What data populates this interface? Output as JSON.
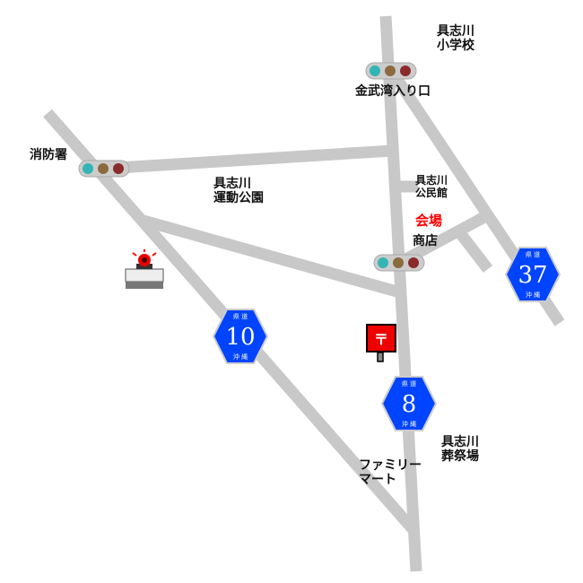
{
  "labels": {
    "school": [
      "具志川",
      "小学校"
    ],
    "intersection_kinbu": "金武湾入り口",
    "fire_station": "消防署",
    "park": [
      "具志川",
      "運動公園"
    ],
    "community_hall": [
      "具志川",
      "公民館"
    ],
    "venue": "会場",
    "shop": "商店",
    "funeral_hall": [
      "具志川",
      "葬祭場"
    ],
    "family_mart": [
      "ファミリー",
      "マート"
    ]
  },
  "route_signs": [
    {
      "number": "10",
      "top": "県 道",
      "bottom": "沖 縄"
    },
    {
      "number": "8",
      "top": "県 道",
      "bottom": "沖 縄"
    },
    {
      "number": "37",
      "top": "県 道",
      "bottom": "沖 縄"
    }
  ],
  "postbox_mark": "〒",
  "colors": {
    "road": "#c8c8c8",
    "sign": "#0044ff",
    "venue": "#ff0000",
    "light_green": "#33b5b5",
    "light_yellow": "#8b6a3e",
    "light_red": "#8b2b2b"
  }
}
